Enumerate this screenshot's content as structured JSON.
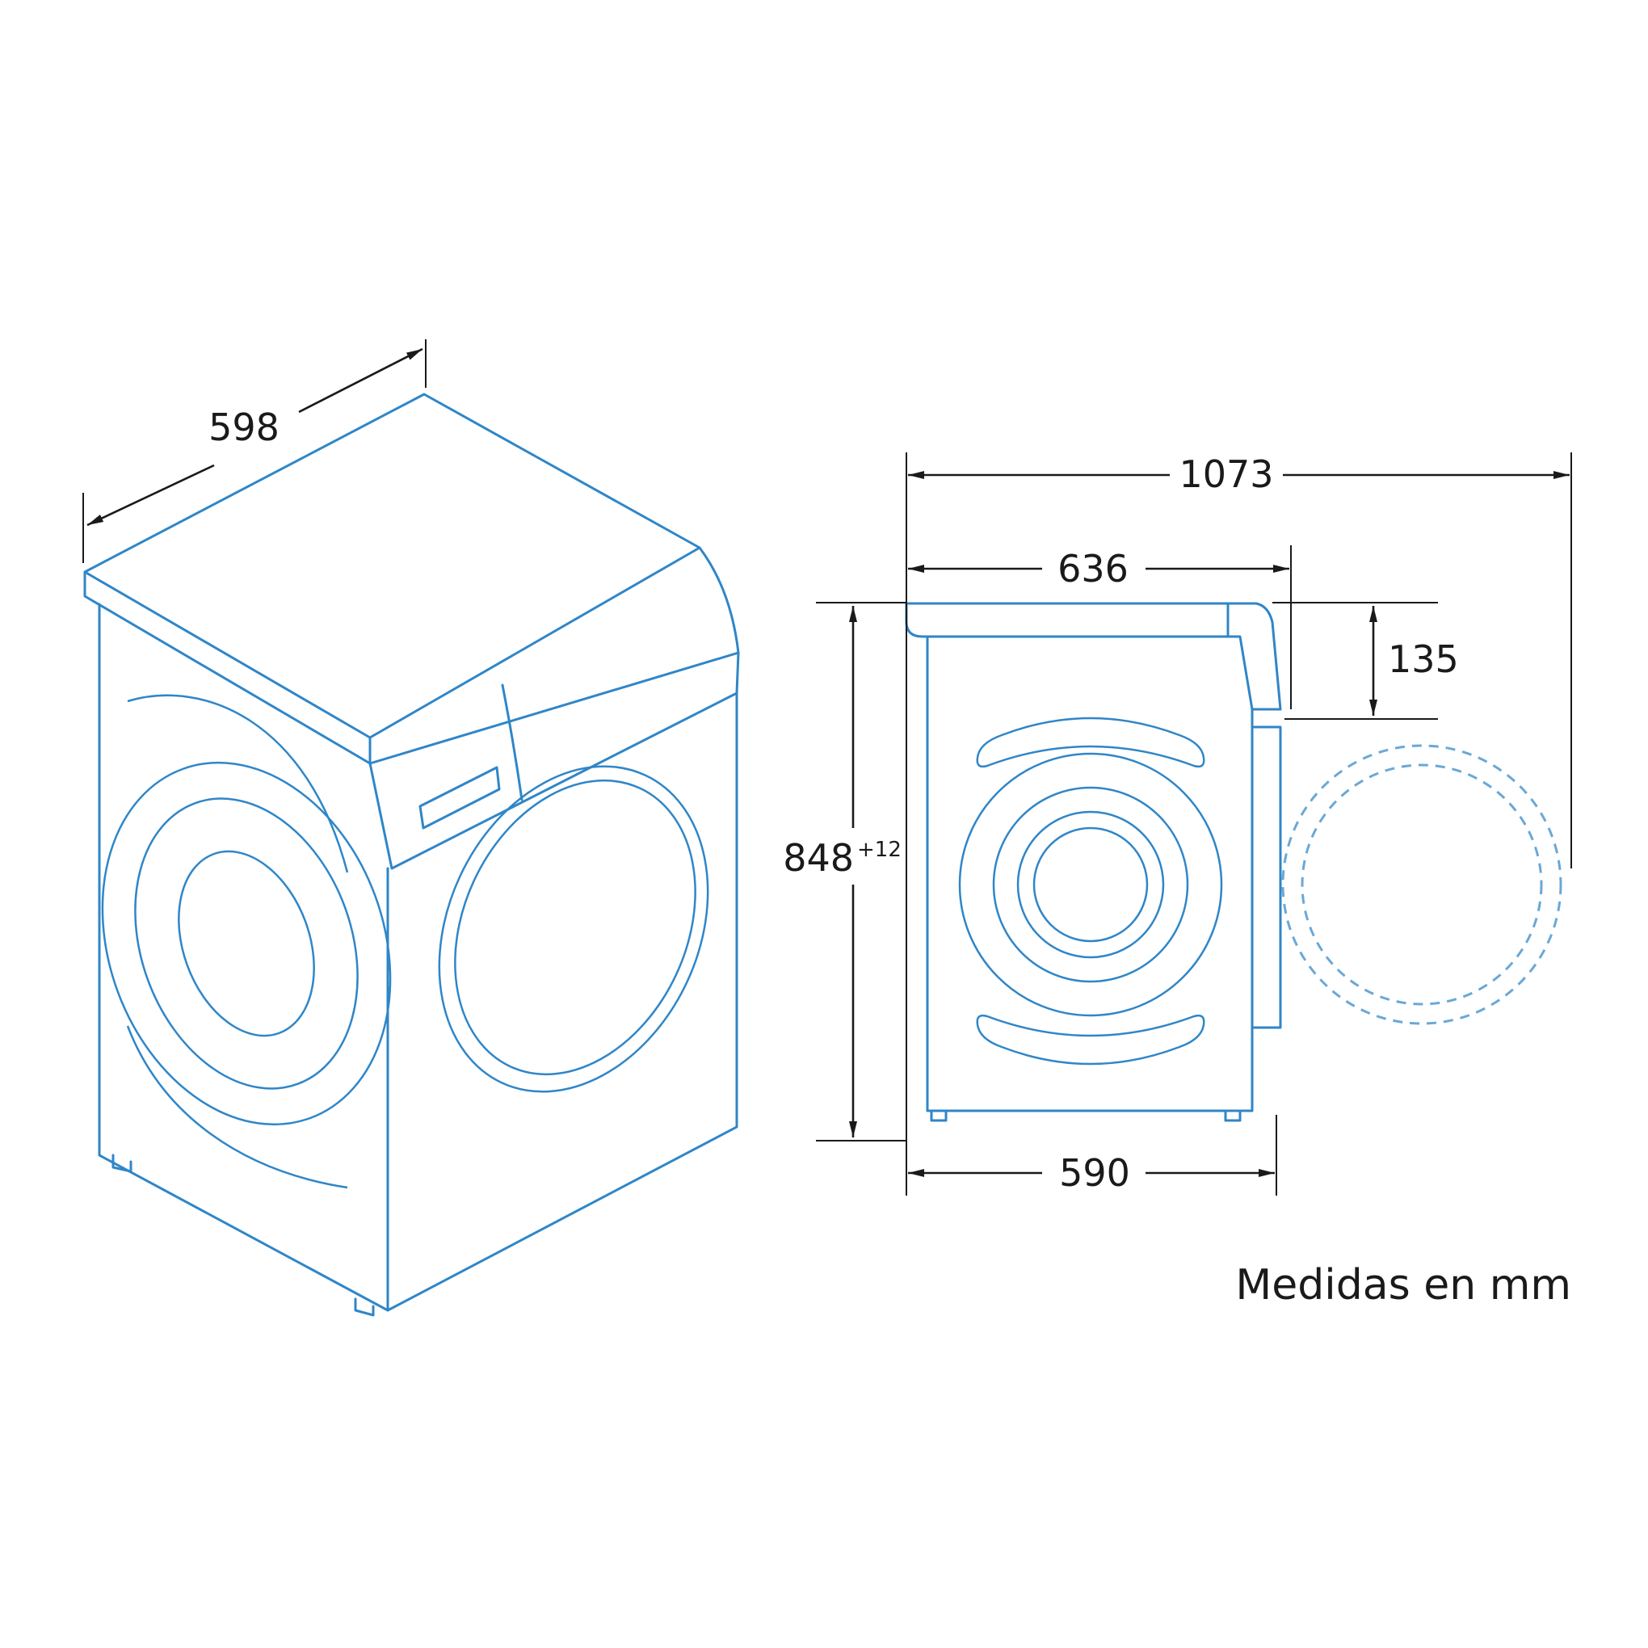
{
  "dimensions": {
    "width": "598",
    "depth_open": "1073",
    "depth": "636",
    "top_offset": "135",
    "height": "848",
    "height_tolerance": "+12",
    "body_depth": "590"
  },
  "note": "Medidas en mm",
  "colors": {
    "line": "#2f86c8",
    "dashed": "#6aa8d6",
    "dimension": "#1a1a1a"
  }
}
